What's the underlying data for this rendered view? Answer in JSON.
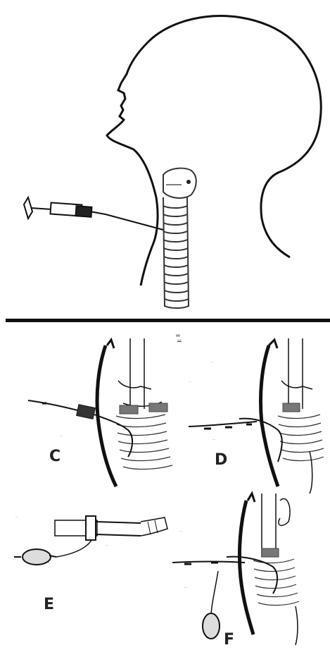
{
  "panels": {
    "c": {
      "letter": "C",
      "note": "..."
    },
    "d": {
      "letter": "D",
      "title_line1": "...",
      "title_line2": "...",
      "note1": "...",
      "note2": "...",
      "note3": "..."
    },
    "e": {
      "letter": "E",
      "note1": "...",
      "note2": "..."
    },
    "f": {
      "letter": "F",
      "note1": "...",
      "note2": "..."
    }
  },
  "colors": {
    "ink": "#111111",
    "cartilage": "#555555",
    "background": "#ffffff"
  }
}
